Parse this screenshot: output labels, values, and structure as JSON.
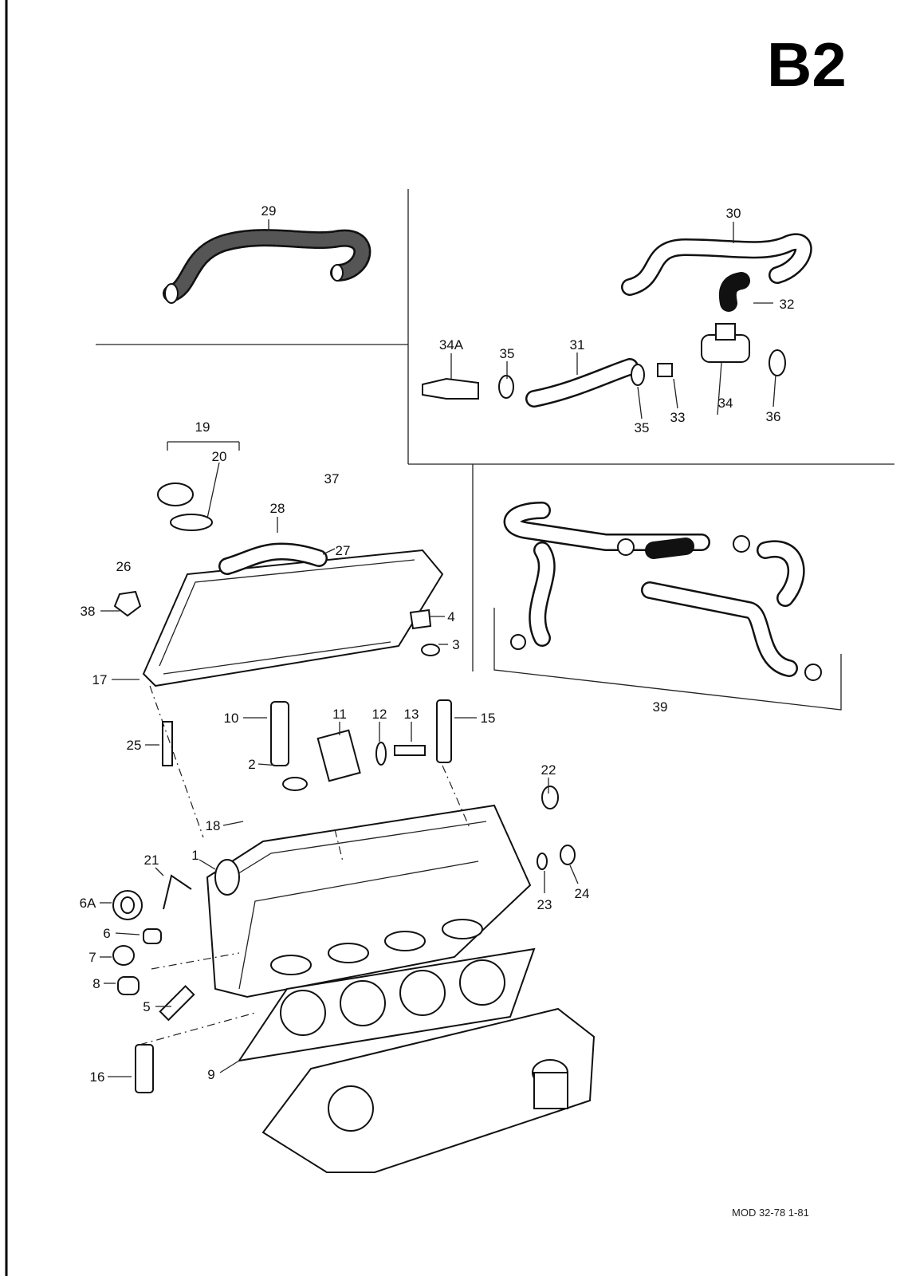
{
  "page_code": "B2",
  "footer": "MOD 32-78  1-81",
  "callouts": {
    "c29": "29",
    "c30": "30",
    "c32": "32",
    "c34A": "34A",
    "c35a": "35",
    "c31": "31",
    "c33": "33",
    "c34": "34",
    "c36": "36",
    "c35b": "35",
    "c19": "19",
    "c20": "20",
    "c37": "37",
    "c28": "28",
    "c27": "27",
    "c26": "26",
    "c38": "38",
    "c4": "4",
    "c3": "3",
    "c17": "17",
    "c39": "39",
    "c10": "10",
    "c11": "11",
    "c12": "12",
    "c13": "13",
    "c15": "15",
    "c25": "25",
    "c22": "22",
    "c2": "2",
    "c18": "18",
    "c21": "21",
    "c1": "1",
    "c6A": "6A",
    "c6": "6",
    "c7": "7",
    "c8": "8",
    "c5": "5",
    "c23": "23",
    "c24": "24",
    "c16": "16",
    "c9": "9"
  }
}
